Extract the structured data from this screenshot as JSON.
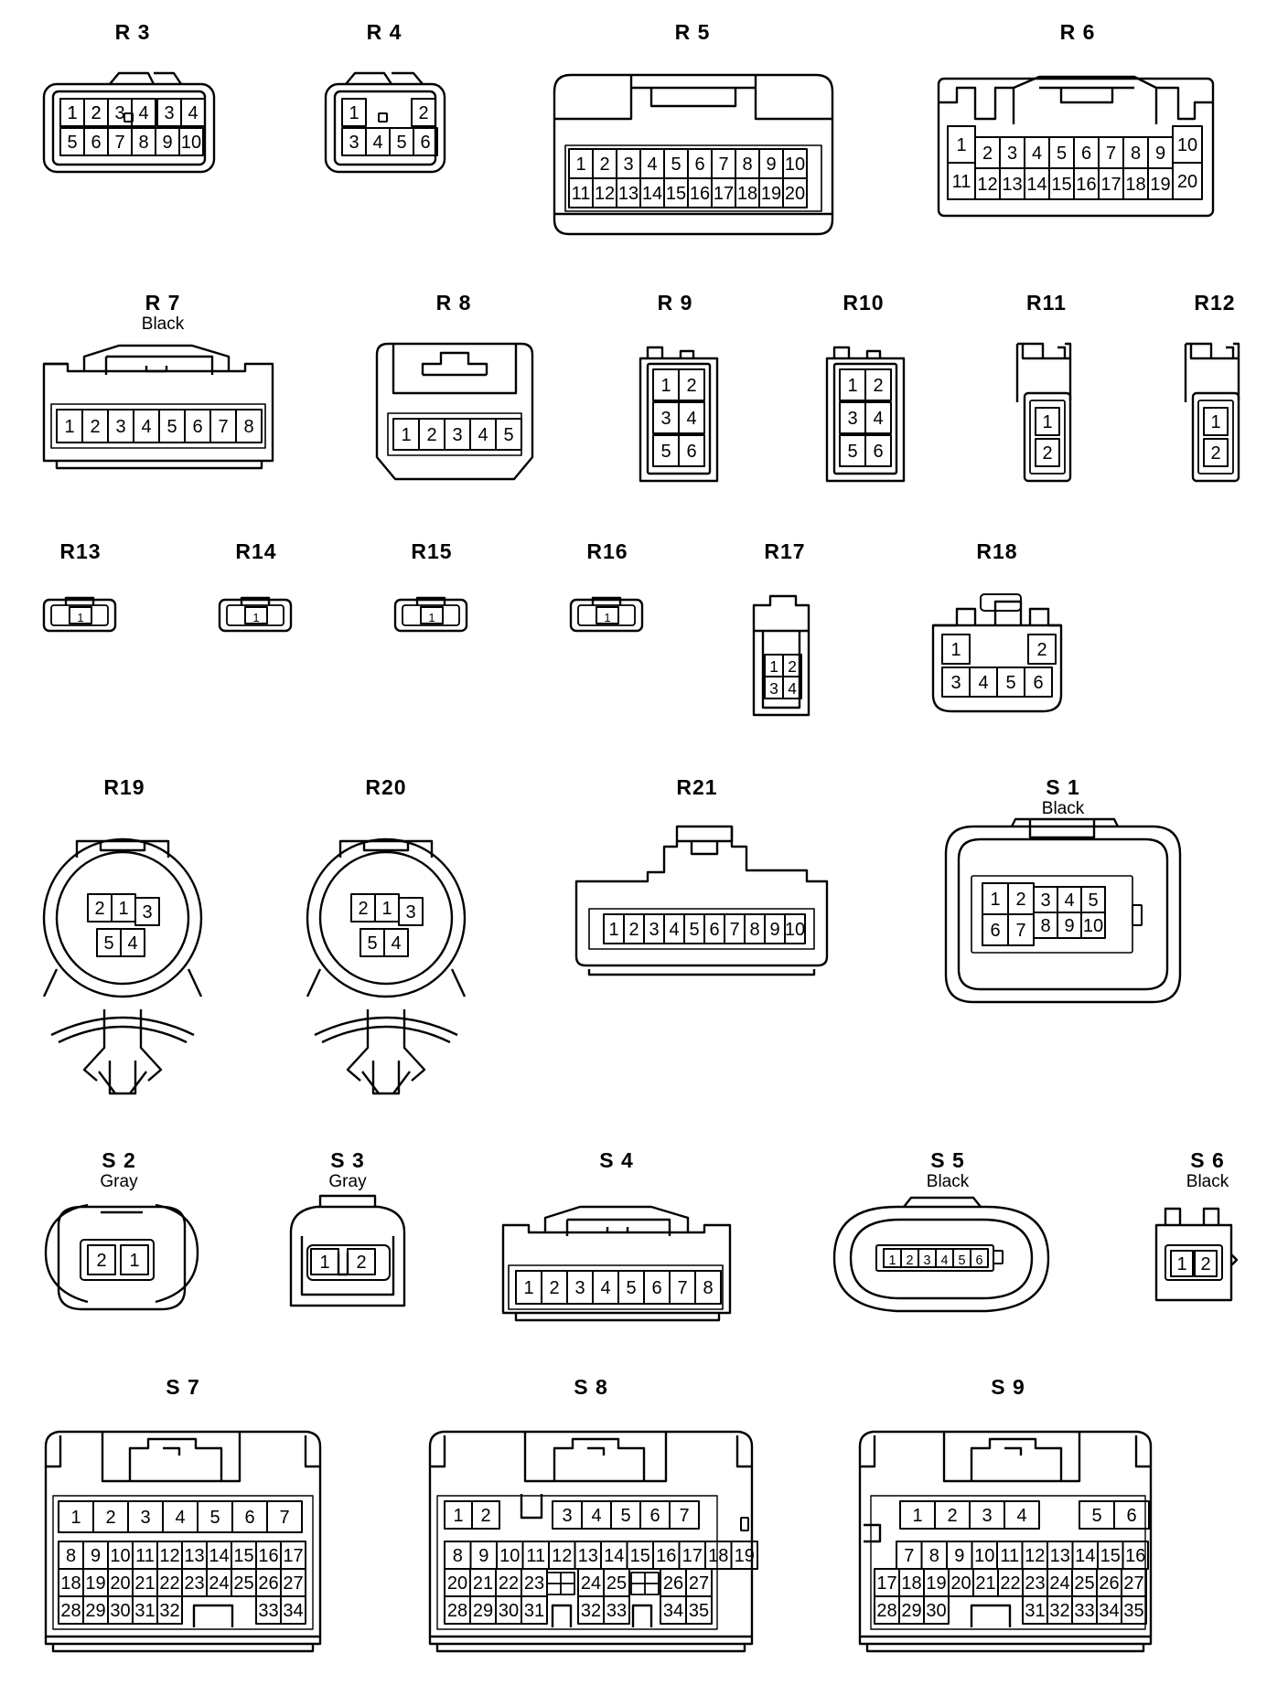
{
  "connectors": [
    {
      "id": "R3",
      "label": "R 3",
      "color": "",
      "rows": [
        [
          "1",
          "2",
          "3",
          "4"
        ],
        [
          "5",
          "6",
          "7",
          "8",
          "9",
          "10"
        ]
      ]
    },
    {
      "id": "R4",
      "label": "R 4",
      "color": "",
      "rows": [
        [
          "1",
          "2"
        ],
        [
          "3",
          "4",
          "5",
          "6"
        ]
      ]
    },
    {
      "id": "R5",
      "label": "R 5",
      "color": "",
      "rows": [
        [
          "1",
          "2",
          "3",
          "4",
          "5",
          "6",
          "7",
          "8",
          "9",
          "10"
        ],
        [
          "11",
          "12",
          "13",
          "14",
          "15",
          "16",
          "17",
          "18",
          "19",
          "20"
        ]
      ]
    },
    {
      "id": "R6",
      "label": "R 6",
      "color": "",
      "rows": [
        [
          "1",
          "2",
          "3",
          "4",
          "5",
          "6",
          "7",
          "8",
          "9",
          "10"
        ],
        [
          "11",
          "12",
          "13",
          "14",
          "15",
          "16",
          "17",
          "18",
          "19",
          "20"
        ]
      ]
    },
    {
      "id": "R7",
      "label": "R 7",
      "color": "Black",
      "rows": [
        [
          "1",
          "2",
          "3",
          "4",
          "5",
          "6",
          "7",
          "8"
        ]
      ]
    },
    {
      "id": "R8",
      "label": "R 8",
      "color": "",
      "rows": [
        [
          "1",
          "2",
          "3",
          "4",
          "5"
        ]
      ]
    },
    {
      "id": "R9",
      "label": "R 9",
      "color": "",
      "rows": [
        [
          "1",
          "2"
        ],
        [
          "3",
          "4"
        ],
        [
          "5",
          "6"
        ]
      ]
    },
    {
      "id": "R10",
      "label": "R10",
      "color": "",
      "rows": [
        [
          "1",
          "2"
        ],
        [
          "3",
          "4"
        ],
        [
          "5",
          "6"
        ]
      ]
    },
    {
      "id": "R11",
      "label": "R11",
      "color": "",
      "rows": [
        [
          "1"
        ],
        [
          "2"
        ]
      ]
    },
    {
      "id": "R12",
      "label": "R12",
      "color": "",
      "rows": [
        [
          "1"
        ],
        [
          "2"
        ]
      ]
    },
    {
      "id": "R13",
      "label": "R13",
      "color": "",
      "rows": [
        [
          "1"
        ]
      ]
    },
    {
      "id": "R14",
      "label": "R14",
      "color": "",
      "rows": [
        [
          "1"
        ]
      ]
    },
    {
      "id": "R15",
      "label": "R15",
      "color": "",
      "rows": [
        [
          "1"
        ]
      ]
    },
    {
      "id": "R16",
      "label": "R16",
      "color": "",
      "rows": [
        [
          "1"
        ]
      ]
    },
    {
      "id": "R17",
      "label": "R17",
      "color": "",
      "rows": [
        [
          "1",
          "2"
        ],
        [
          "3",
          "4"
        ]
      ]
    },
    {
      "id": "R18",
      "label": "R18",
      "color": "",
      "rows": [
        [
          "1",
          "2"
        ],
        [
          "3",
          "4",
          "5",
          "6"
        ]
      ]
    },
    {
      "id": "R19",
      "label": "R19",
      "color": "",
      "rows": [
        [
          "2",
          "1",
          "3"
        ],
        [
          "5",
          "4"
        ]
      ]
    },
    {
      "id": "R20",
      "label": "R20",
      "color": "",
      "rows": [
        [
          "2",
          "1",
          "3"
        ],
        [
          "5",
          "4"
        ]
      ]
    },
    {
      "id": "R21",
      "label": "R21",
      "color": "",
      "rows": [
        [
          "1",
          "2",
          "3",
          "4",
          "5",
          "6",
          "7",
          "8",
          "9",
          "10"
        ]
      ]
    },
    {
      "id": "S1",
      "label": "S 1",
      "color": "Black",
      "rows": [
        [
          "1",
          "2",
          "3",
          "4",
          "5"
        ],
        [
          "6",
          "7",
          "8",
          "9",
          "10"
        ]
      ]
    },
    {
      "id": "S2",
      "label": "S 2",
      "color": "Gray",
      "rows": [
        [
          "2",
          "1"
        ]
      ]
    },
    {
      "id": "S3",
      "label": "S 3",
      "color": "Gray",
      "rows": [
        [
          "1",
          "2"
        ]
      ]
    },
    {
      "id": "S4",
      "label": "S 4",
      "color": "",
      "rows": [
        [
          "1",
          "2",
          "3",
          "4",
          "5",
          "6",
          "7",
          "8"
        ]
      ]
    },
    {
      "id": "S5",
      "label": "S 5",
      "color": "Black",
      "rows": [
        [
          "1",
          "2",
          "3",
          "4",
          "5",
          "6"
        ]
      ]
    },
    {
      "id": "S6",
      "label": "S 6",
      "color": "Black",
      "rows": [
        [
          "1",
          "2"
        ]
      ]
    },
    {
      "id": "S7",
      "label": "S 7",
      "color": "",
      "rows": [
        [
          "1",
          "2",
          "3",
          "4",
          "5",
          "6",
          "7"
        ],
        [
          "8",
          "9",
          "10",
          "11",
          "12",
          "13",
          "14",
          "15",
          "16",
          "17"
        ],
        [
          "18",
          "19",
          "20",
          "21",
          "22",
          "23",
          "24",
          "25",
          "26",
          "27"
        ],
        [
          "28",
          "29",
          "30",
          "31",
          "32",
          "",
          "",
          "33",
          "34"
        ]
      ]
    },
    {
      "id": "S8",
      "label": "S 8",
      "color": "",
      "rows": [
        [
          "1",
          "2",
          "",
          "",
          "3",
          "4",
          "5",
          "6",
          "7"
        ],
        [
          "8",
          "9",
          "10",
          "11",
          "12",
          "13",
          "14",
          "15",
          "16",
          "17",
          "18",
          "19"
        ],
        [
          "20",
          "21",
          "22",
          "23",
          "",
          "24",
          "25",
          "",
          "26",
          "27"
        ],
        [
          "28",
          "29",
          "30",
          "31",
          "",
          "32",
          "33",
          "",
          "34",
          "35"
        ]
      ]
    },
    {
      "id": "S9",
      "label": "S 9",
      "color": "",
      "rows": [
        [
          "1",
          "2",
          "3",
          "4",
          "",
          "5",
          "6"
        ],
        [
          "7",
          "8",
          "9",
          "10",
          "11",
          "12",
          "13",
          "14",
          "15",
          "16"
        ],
        [
          "17",
          "18",
          "19",
          "20",
          "21",
          "22",
          "23",
          "24",
          "25",
          "26",
          "27"
        ],
        [
          "28",
          "29",
          "30",
          "",
          "",
          "31",
          "32",
          "33",
          "34",
          "35"
        ]
      ]
    }
  ]
}
